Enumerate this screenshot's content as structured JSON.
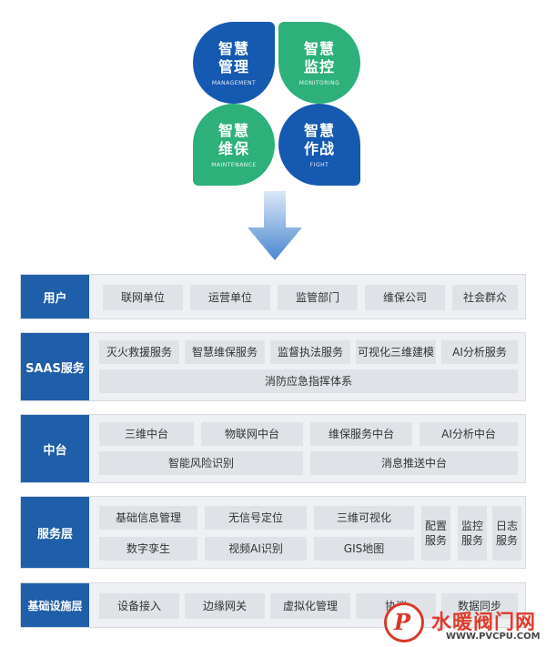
{
  "petals": [
    {
      "title_1": "智慧",
      "title_2": "管理",
      "sub": "MANAGEMENT"
    },
    {
      "title_1": "智慧",
      "title_2": "监控",
      "sub": "MONITORING"
    },
    {
      "title_1": "智慧",
      "title_2": "维保",
      "sub": "MAINTENANCE"
    },
    {
      "title_1": "智慧",
      "title_2": "作战",
      "sub": "FIGHT"
    }
  ],
  "colors": {
    "blue": "#1659b0",
    "green": "#2db07a",
    "label_blue": "#1f5ea8"
  },
  "layers": {
    "users": {
      "label": "用户",
      "items": [
        "联网单位",
        "运营单位",
        "监管部门",
        "维保公司",
        "社会群众"
      ]
    },
    "saas": {
      "label": "SAAS服务",
      "items": [
        "灭火救援服务",
        "智慧维保服务",
        "监督执法服务",
        "可视化三维建模",
        "AI分析服务"
      ],
      "wide": "消防应急指挥体系"
    },
    "middle": {
      "label": "中台",
      "items": [
        "三维中台",
        "物联网中台",
        "维保服务中台",
        "AI分析中台"
      ],
      "wide": [
        "智能风险识别",
        "消息推送中台"
      ]
    },
    "service": {
      "label": "服务层",
      "grid": [
        "基础信息管理",
        "无信号定位",
        "三维可视化",
        "数字孪生",
        "视频AI识别",
        "GIS地图"
      ],
      "tall": [
        "配置服务",
        "监控服务",
        "日志服务"
      ]
    },
    "infra": {
      "label": "基础设施层",
      "items": [
        "设备接入",
        "边缘网关",
        "虚拟化管理",
        "协议",
        "数据同步"
      ]
    }
  },
  "watermark": {
    "letter": "P",
    "cn": "水暖阀门网",
    "en": "WWW.PVCPU.COM"
  },
  "icons": {
    "arrow": "down-arrow-icon"
  }
}
